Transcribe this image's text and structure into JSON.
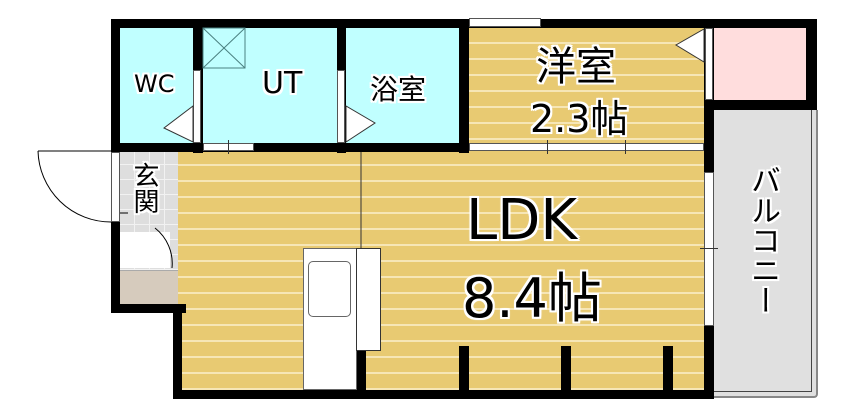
{
  "floor_plan": {
    "rooms": {
      "wc": {
        "label": "WC"
      },
      "ut": {
        "label": "UT"
      },
      "bath": {
        "label": "浴室"
      },
      "western_room": {
        "label": "洋室",
        "size": "2.3帖"
      },
      "ldk": {
        "label": "LDK",
        "size": "8.4帖"
      },
      "entrance": {
        "label": "玄関"
      },
      "balcony": {
        "label": "バルコニー"
      }
    },
    "colors": {
      "wall": "#000000",
      "wood_floor": "#e8ca72",
      "wet_area": "#c0ffff",
      "closet": "#ffdddd",
      "balcony": "#e0e0e0",
      "entrance_tile": "#dedede",
      "shoe_box": "#d6cbbd"
    }
  }
}
